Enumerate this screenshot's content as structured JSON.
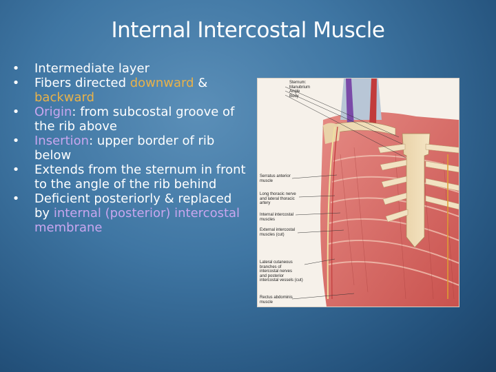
{
  "slide": {
    "title": "Internal Intercostal Muscle",
    "colors": {
      "background": "#2f6591",
      "text": "#ffffff",
      "highlight_gold": "#e8b24a",
      "highlight_violet": "#c9a6ef"
    }
  },
  "bullets": [
    {
      "parts": [
        {
          "text": "Intermediate layer",
          "style": "plain"
        }
      ]
    },
    {
      "parts": [
        {
          "text": "Fibers directed  ",
          "style": "plain"
        },
        {
          "text": "downward",
          "style": "gold"
        },
        {
          "text": " & ",
          "style": "plain"
        },
        {
          "text": "backward",
          "style": "gold"
        }
      ]
    },
    {
      "parts": [
        {
          "text": "Origin",
          "style": "violet"
        },
        {
          "text": ": from subcostal groove of the rib above",
          "style": "plain"
        }
      ]
    },
    {
      "parts": [
        {
          "text": "Insertion",
          "style": "violet"
        },
        {
          "text": ": upper border of rib below",
          "style": "plain"
        }
      ]
    },
    {
      "parts": [
        {
          "text": "Extends from the sternum in front to the angle of the rib behind",
          "style": "plain"
        }
      ]
    },
    {
      "parts": [
        {
          "text": "Deficient posteriorly & replaced by ",
          "style": "plain"
        },
        {
          "text": "internal (posterior) intercostal membrane",
          "style": "violet"
        }
      ]
    }
  ],
  "bullet_glyph": "•",
  "figure": {
    "labels": [
      {
        "text": "Sternum:\n  Manubrium\n  Angle\n  Body"
      },
      {
        "text": "Serratus anterior\nmuscle"
      },
      {
        "text": "Long thoracic nerve\nand lateral thoracic\nartery"
      },
      {
        "text": "Internal intercostal\nmuscles"
      },
      {
        "text": "External intercostal\nmuscles (cut)"
      },
      {
        "text": "Lateral cutaneous\nbranches of\nintercostal nerves\nand posterior\nintercostal vessels (cut)"
      },
      {
        "text": "Rectus abdominis\nmuscle"
      }
    ]
  }
}
